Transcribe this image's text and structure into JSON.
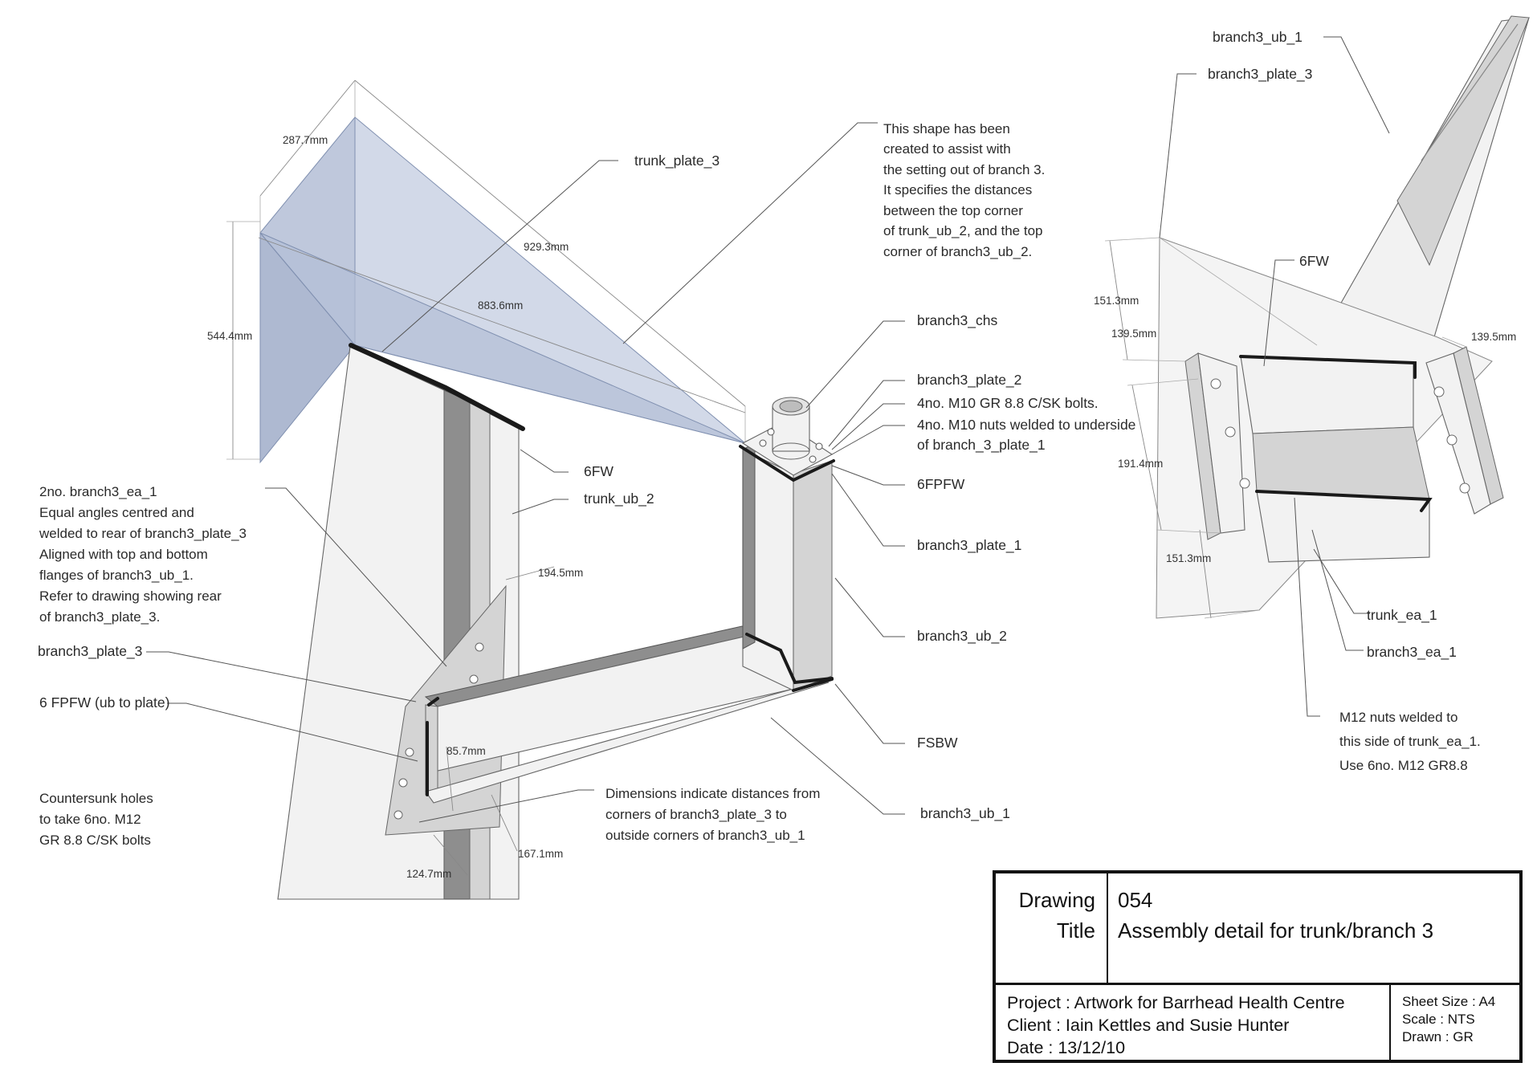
{
  "labels": {
    "trunk_plate_3": "trunk_plate_3",
    "branch3_chs": "branch3_chs",
    "branch3_plate_2": "branch3_plate_2",
    "bolts": "4no. M10 GR 8.8 C/SK bolts.",
    "nuts": "4no. M10 nuts welded to underside",
    "nuts2": "of branch_3_plate_1",
    "fpfw": "6FPFW",
    "branch3_plate_1": "branch3_plate_1",
    "branch3_ub_2": "branch3_ub_2",
    "fsbw": "FSBW",
    "branch3_ub_1": "branch3_ub_1",
    "fw_left": "6FW",
    "trunk_ub_2": "trunk_ub_2",
    "branch3_plate_3": "branch3_plate_3",
    "six_fpfw": "6 FPFW (ub to plate)",
    "r_branch3_ub_1": "branch3_ub_1",
    "r_branch3_plate_3": "branch3_plate_3",
    "r_6fw": "6FW",
    "trunk_ea_1": "trunk_ea_1",
    "r_branch3_ea_1": "branch3_ea_1"
  },
  "notes": {
    "shape_note": [
      "This shape has been",
      "created to assist with",
      "the setting out of branch 3.",
      "It specifies the distances",
      "between the top corner",
      "of trunk_ub_2, and the top",
      "corner of branch3_ub_2."
    ],
    "ea_note": [
      "2no. branch3_ea_1",
      "Equal angles centred and",
      "welded to rear of branch3_plate_3",
      "Aligned  with top and bottom",
      "flanges of branch3_ub_1.",
      "Refer to drawing showing rear",
      "of branch3_plate_3."
    ],
    "countersunk_note": [
      "Countersunk holes",
      "to take 6no. M12",
      "GR 8.8 C/SK bolts"
    ],
    "dims_note": [
      "Dimensions indicate distances from",
      "corners of branch3_plate_3 to",
      "outside corners of branch3_ub_1"
    ],
    "m12_note": [
      "M12 nuts welded to",
      "this side of trunk_ea_1.",
      "Use 6no. M12 GR8.8"
    ]
  },
  "dimensions": {
    "d287": "287.7mm",
    "d929": "929.3mm",
    "d883": "883.6mm",
    "d544": "544.4mm",
    "d194": "194.5mm",
    "d85": "85.7mm",
    "d167": "167.1mm",
    "d124": "124.7mm",
    "r151a": "151.3mm",
    "r139a": "139.5mm",
    "r139b": "139.5mm",
    "r191": "191.4mm",
    "r151b": "151.3mm"
  },
  "title_block": {
    "drawing_caption": "Drawing",
    "title_caption": "Title",
    "drawing_no": "054",
    "title": "Assembly detail for trunk/branch 3",
    "project": "Project : Artwork for Barrhead Health Centre",
    "client": "Client : Iain Kettles and Susie Hunter",
    "date": "Date : 13/12/10",
    "sheet": "Sheet Size : A4",
    "scale": "Scale : NTS",
    "drawn": "Drawn : GR"
  },
  "colors": {
    "setting_out_shape": "#b4c0d6",
    "steel_face": "#f2f2f2",
    "steel_shadow": "#8e8e8e",
    "weld": "#1a1a1a"
  }
}
